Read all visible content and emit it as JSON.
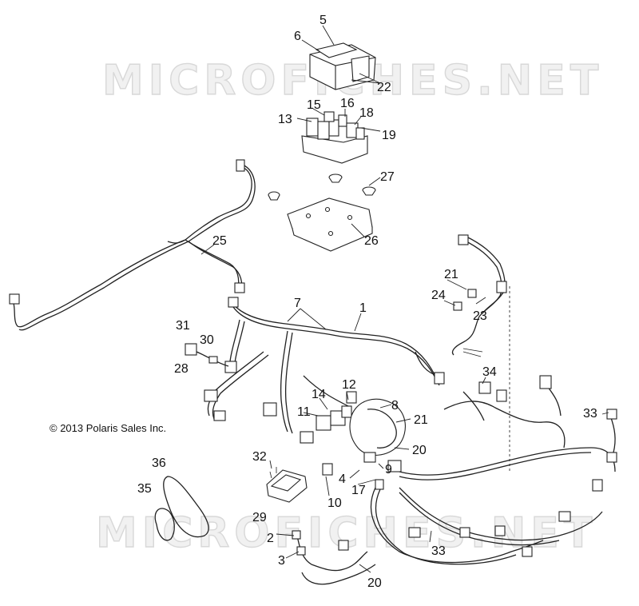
{
  "watermark": "MICROFICHES.NET",
  "copyright": "© 2013 Polaris Sales Inc.",
  "callouts": [
    {
      "id": "5",
      "label": "5"
    },
    {
      "id": "6",
      "label": "6"
    },
    {
      "id": "22",
      "label": "22"
    },
    {
      "id": "15",
      "label": "15"
    },
    {
      "id": "16",
      "label": "16"
    },
    {
      "id": "18",
      "label": "18"
    },
    {
      "id": "13",
      "label": "13"
    },
    {
      "id": "19",
      "label": "19"
    },
    {
      "id": "27",
      "label": "27"
    },
    {
      "id": "26",
      "label": "26"
    },
    {
      "id": "25",
      "label": "25"
    },
    {
      "id": "21a",
      "label": "21"
    },
    {
      "id": "24",
      "label": "24"
    },
    {
      "id": "23",
      "label": "23"
    },
    {
      "id": "7",
      "label": "7"
    },
    {
      "id": "1",
      "label": "1"
    },
    {
      "id": "31",
      "label": "31"
    },
    {
      "id": "30",
      "label": "30"
    },
    {
      "id": "28",
      "label": "28"
    },
    {
      "id": "34",
      "label": "34"
    },
    {
      "id": "12",
      "label": "12"
    },
    {
      "id": "14",
      "label": "14"
    },
    {
      "id": "8",
      "label": "8"
    },
    {
      "id": "11",
      "label": "11"
    },
    {
      "id": "21b",
      "label": "21"
    },
    {
      "id": "33a",
      "label": "33"
    },
    {
      "id": "20a",
      "label": "20"
    },
    {
      "id": "32",
      "label": "32"
    },
    {
      "id": "36",
      "label": "36"
    },
    {
      "id": "9",
      "label": "9"
    },
    {
      "id": "4",
      "label": "4"
    },
    {
      "id": "17",
      "label": "17"
    },
    {
      "id": "10",
      "label": "10"
    },
    {
      "id": "35",
      "label": "35"
    },
    {
      "id": "29",
      "label": "29"
    },
    {
      "id": "2",
      "label": "2"
    },
    {
      "id": "33b",
      "label": "33"
    },
    {
      "id": "3",
      "label": "3"
    },
    {
      "id": "20b",
      "label": "20"
    }
  ]
}
